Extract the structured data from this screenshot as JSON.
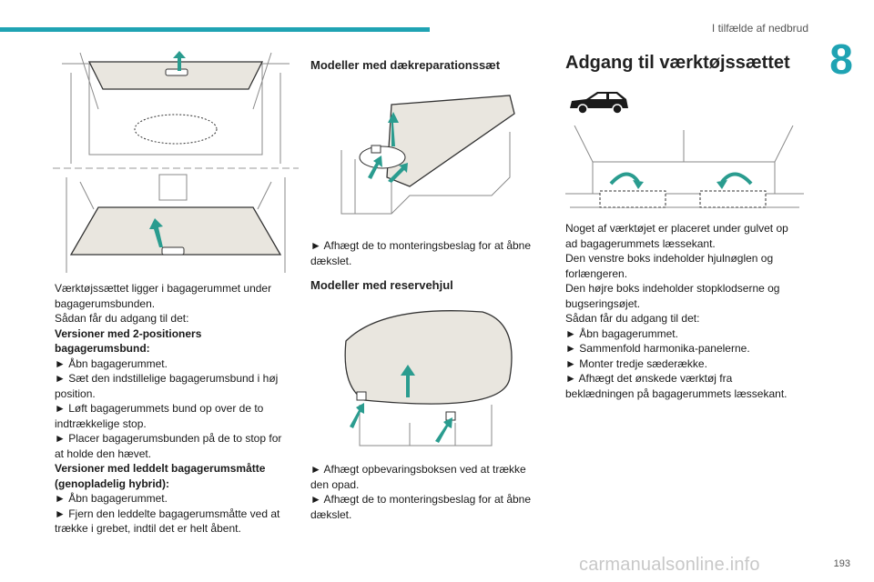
{
  "header": {
    "section_title": "I tilfælde af nedbrud",
    "chapter_number": "8"
  },
  "left_column": {
    "intro_lines": [
      "Værktøjssættet ligger i bagagerummet under",
      "bagagerumsbunden.",
      "Sådan får du adgang til det:"
    ],
    "versions_heading": [
      "Versioner med 2-positioners",
      "bagagerumsbund:"
    ],
    "versions_steps": [
      "► Åbn bagagerummet.",
      "► Sæt den indstillelige bagagerumsbund i høj",
      "position.",
      "► Løft bagagerummets bund op over de to",
      "indtrækkelige stop.",
      "► Placer bagagerumsbunden på de to stop for",
      "at holde den hævet."
    ],
    "mat_heading": [
      "Versioner med leddelt bagagerumsmåtte",
      "(genopladelig hybrid):"
    ],
    "mat_steps": [
      "► Åbn bagagerummet.",
      "► Fjern den leddelte bagagerumsmåtte ved at",
      "trække i grebet, indtil det er helt åbent."
    ]
  },
  "middle_column": {
    "repair_heading": "Modeller med dækreparationssæt",
    "repair_steps": [
      "► Afhægt de to monteringsbeslag for at åbne",
      "dækslet."
    ],
    "spare_heading": "Modeller med reservehjul",
    "spare_steps": [
      "► Afhægt opbevaringsboksen ved at trække",
      "den opad.",
      "► Afhægt de to monteringsbeslag for at åbne",
      "dækslet."
    ]
  },
  "right_column": {
    "heading": "Adgang til værktøjssættet",
    "lines": [
      "Noget af værktøjet er placeret under gulvet op",
      "ad bagagerummets læssekant.",
      "Den venstre boks indeholder hjulnøglen og",
      "forlængeren.",
      "Den højre boks indeholder stopklodserne og",
      "bugseringsøjet.",
      "Sådan får du adgang til det:",
      "► Åbn bagagerummet.",
      "► Sammenfold harmonika-panelerne.",
      "► Monter tredje sæderække.",
      "► Afhægt det ønskede værktøj fra",
      "beklædningen på bagagerummets læssekant."
    ]
  },
  "footer": {
    "page_number": "193",
    "watermark": "carmanualsonline.info"
  },
  "colors": {
    "accent": "#1fa3b3",
    "arrow": "#2a9c8f"
  }
}
